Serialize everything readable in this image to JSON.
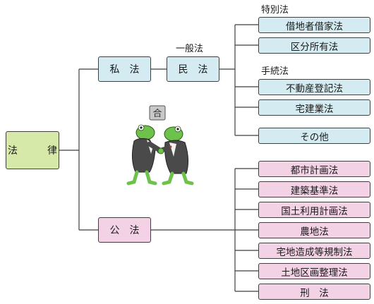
{
  "root": {
    "label": "法　律"
  },
  "private_law": {
    "label": "私　法",
    "general_law_caption": "一般法",
    "civil_law": {
      "label": "民　法"
    },
    "special_caption": "特別法",
    "special_laws": [
      "借地者借家法",
      "区分所有法"
    ],
    "procedure_caption": "手続法",
    "procedure_laws": [
      "不動産登記法",
      "宅建業法"
    ],
    "other": "その他"
  },
  "public_law": {
    "label": "公　法",
    "laws": [
      "都市計画法",
      "建築基準法",
      "国土利用計画法",
      "農地法",
      "宅地造成等規制法",
      "土地区画整理法",
      "刑　法"
    ]
  },
  "illustration": {
    "sign_text": "合"
  },
  "colors": {
    "root_fill": "#d6e9a8",
    "private_fill": "#d4ecf1",
    "public_fill": "#f3d2e5",
    "border": "#3f3f3f",
    "frog_green": "#6cc24a",
    "suit": "#4a4a4a"
  }
}
